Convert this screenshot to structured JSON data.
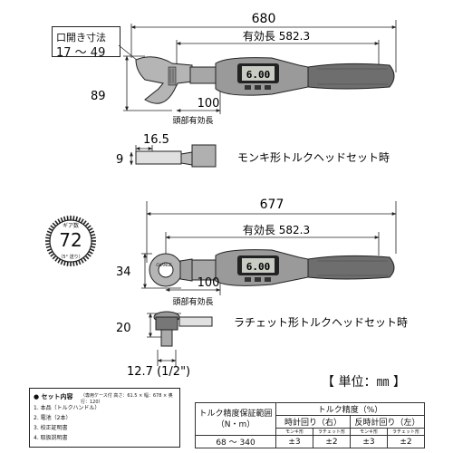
{
  "colors": {
    "line": "#222222",
    "body": "#9a9a9a",
    "grip": "#6e6e6e",
    "lcd": "#c8cdc4",
    "background": "#ffffff"
  },
  "icons": [
    "monkey-wrench-head-icon",
    "ratchet-head-icon",
    "lcd-display-icon",
    "gear-icon"
  ],
  "top_drawing": {
    "jaw_opening": {
      "title": "口開き寸法",
      "range": "17 ～ 49"
    },
    "overall_length": "680",
    "effective_length": "有効長 582.3",
    "height": "89",
    "head_length": "100",
    "head_effective_label": "頭部有効長",
    "lcd_reading": "6.00",
    "side_length": "16.5",
    "side_thickness": "9",
    "caption": "モンキ形トルクヘッドセット時"
  },
  "bottom_drawing": {
    "gear": {
      "label": "ギア数",
      "count": "72",
      "note": "（5° 送り）"
    },
    "overall_length": "677",
    "effective_length": "有効長 582.3",
    "height": "34",
    "head_length": "100",
    "head_effective_label": "頭部有効長",
    "lcd_reading": "6.00",
    "head_marking": "CHANGE",
    "side_thickness": "20",
    "square_drive": "12.7 (1/2\")",
    "caption": "ラチェット形トルクヘッドセット時"
  },
  "unit": "【 単位：㎜ 】",
  "set_contents": {
    "title": "● セット内容",
    "title_note": "（専用ケース付 高さ：61.5 × 幅：678 × 奥行：120）",
    "items": [
      "1. 本品（トルクハンドル）",
      "2. 電池（2本）",
      "3. 校正証明書",
      "4. 取扱説明書"
    ]
  },
  "spec_table": {
    "range_header": "トルク精度保証範囲",
    "range_unit": "（N・m）",
    "accuracy_header": "トルク精度（%）",
    "clockwise": "時計回り（右）",
    "counterclockwise": "反時計回り（左）",
    "monkey": "モンキ形",
    "ratchet": "ラチェット形",
    "range_value": "68 ～ 340",
    "values": [
      "±3",
      "±2",
      "±3",
      "±2"
    ]
  }
}
